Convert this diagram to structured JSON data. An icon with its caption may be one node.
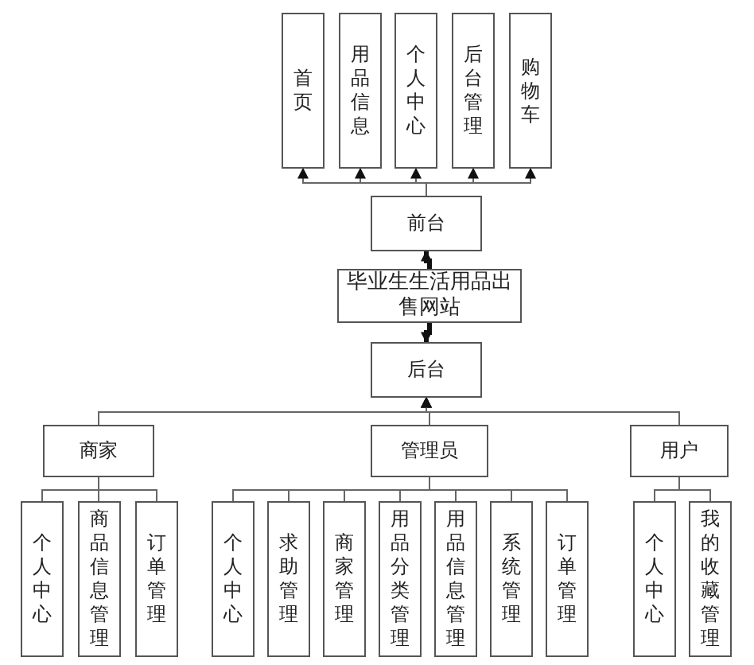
{
  "diagram": {
    "nodes": [
      {
        "text": [
          "首页"
        ]
      },
      {
        "text": [
          "用品信息"
        ]
      },
      {
        "text": [
          "个人中心"
        ]
      },
      {
        "text": [
          "后台管理"
        ]
      },
      {
        "text": [
          "购物车"
        ]
      },
      {
        "text": [
          "前台"
        ]
      },
      {
        "text": [
          "毕业生生活用品出售网站"
        ]
      },
      {
        "text": [
          "后台"
        ]
      },
      {
        "text": [
          "商家"
        ]
      },
      {
        "text": [
          "管理员"
        ]
      },
      {
        "text": [
          "用户"
        ]
      },
      {
        "text": [
          "个人中心"
        ]
      },
      {
        "text": [
          "商品信息管理"
        ]
      },
      {
        "text": [
          "订单管理"
        ]
      },
      {
        "text": [
          "个人中心"
        ]
      },
      {
        "text": [
          "求助管理"
        ]
      },
      {
        "text": [
          "商家管理"
        ]
      },
      {
        "text": [
          "用品分类管理"
        ]
      },
      {
        "text": [
          "用品信息管理"
        ]
      },
      {
        "text": [
          "系统管理"
        ]
      },
      {
        "text": [
          "订单管理"
        ]
      },
      {
        "text": [
          "个人中心"
        ]
      },
      {
        "text": [
          "我的收藏管理"
        ]
      }
    ],
    "edges": [
      {
        "from": 5,
        "to": 0,
        "arrow": "to"
      },
      {
        "from": 5,
        "to": 1,
        "arrow": "to"
      },
      {
        "from": 5,
        "to": 2,
        "arrow": "to"
      },
      {
        "from": 5,
        "to": 3,
        "arrow": "to"
      },
      {
        "from": 5,
        "to": 4,
        "arrow": "to"
      },
      {
        "from": 6,
        "to": 5,
        "arrow": "to",
        "style": "thick"
      },
      {
        "from": 6,
        "to": 7,
        "arrow": "to",
        "style": "thick"
      },
      {
        "from": 8,
        "to": 7,
        "arrow": "to"
      },
      {
        "from": 9,
        "to": 7,
        "arrow": "to"
      },
      {
        "from": 10,
        "to": 7,
        "arrow": "to"
      },
      {
        "from": 8,
        "to": 11,
        "arrow": "none"
      },
      {
        "from": 8,
        "to": 12,
        "arrow": "none"
      },
      {
        "from": 8,
        "to": 13,
        "arrow": "none"
      },
      {
        "from": 9,
        "to": 14,
        "arrow": "none"
      },
      {
        "from": 9,
        "to": 15,
        "arrow": "none"
      },
      {
        "from": 9,
        "to": 16,
        "arrow": "none"
      },
      {
        "from": 9,
        "to": 17,
        "arrow": "none"
      },
      {
        "from": 9,
        "to": 18,
        "arrow": "none"
      },
      {
        "from": 9,
        "to": 19,
        "arrow": "none"
      },
      {
        "from": 9,
        "to": 20,
        "arrow": "none"
      },
      {
        "from": 10,
        "to": 21,
        "arrow": "none"
      },
      {
        "from": 10,
        "to": 22,
        "arrow": "none"
      }
    ]
  }
}
